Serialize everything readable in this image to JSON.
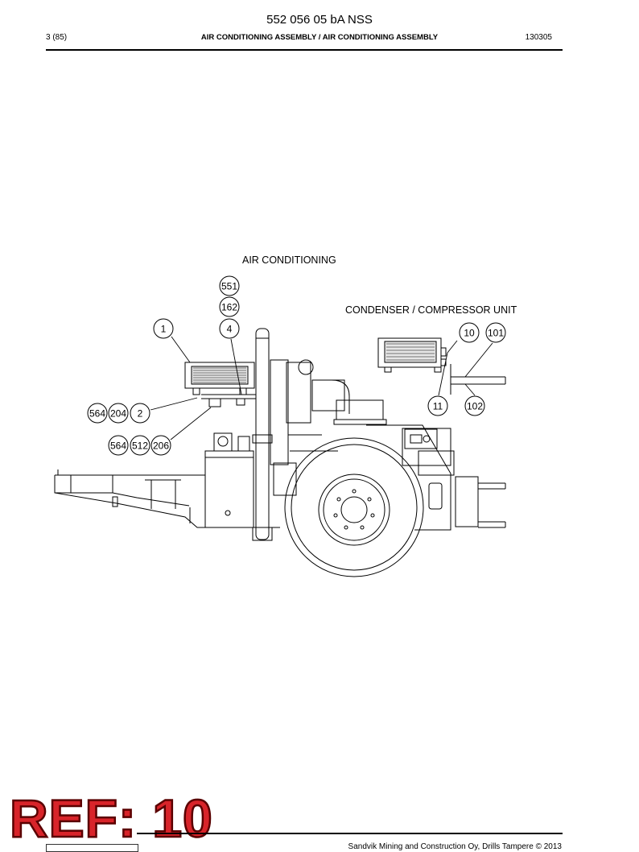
{
  "header": {
    "doc_title": "552 056 05 bA NSS",
    "page": "3 (85)",
    "section": "AIR CONDITIONING ASSEMBLY / AIR CONDITIONING ASSEMBLY",
    "date": "130305"
  },
  "diagram": {
    "labels": {
      "air_conditioning": "AIR CONDITIONING",
      "condenser_unit": "CONDENSER / COMPRESSOR UNIT"
    },
    "callouts": {
      "c551": "551",
      "c162": "162",
      "c1": "1",
      "c4": "4",
      "c10": "10",
      "c101": "101",
      "c11": "11",
      "c102": "102",
      "c564a": "564",
      "c204": "204",
      "c2": "2",
      "c564b": "564",
      "c512": "512",
      "c206": "206"
    }
  },
  "stamp": {
    "text": "REF: 10"
  },
  "footer": {
    "text": "Sandvik Mining and Construction Oy, Drills Tampere © 2013"
  }
}
